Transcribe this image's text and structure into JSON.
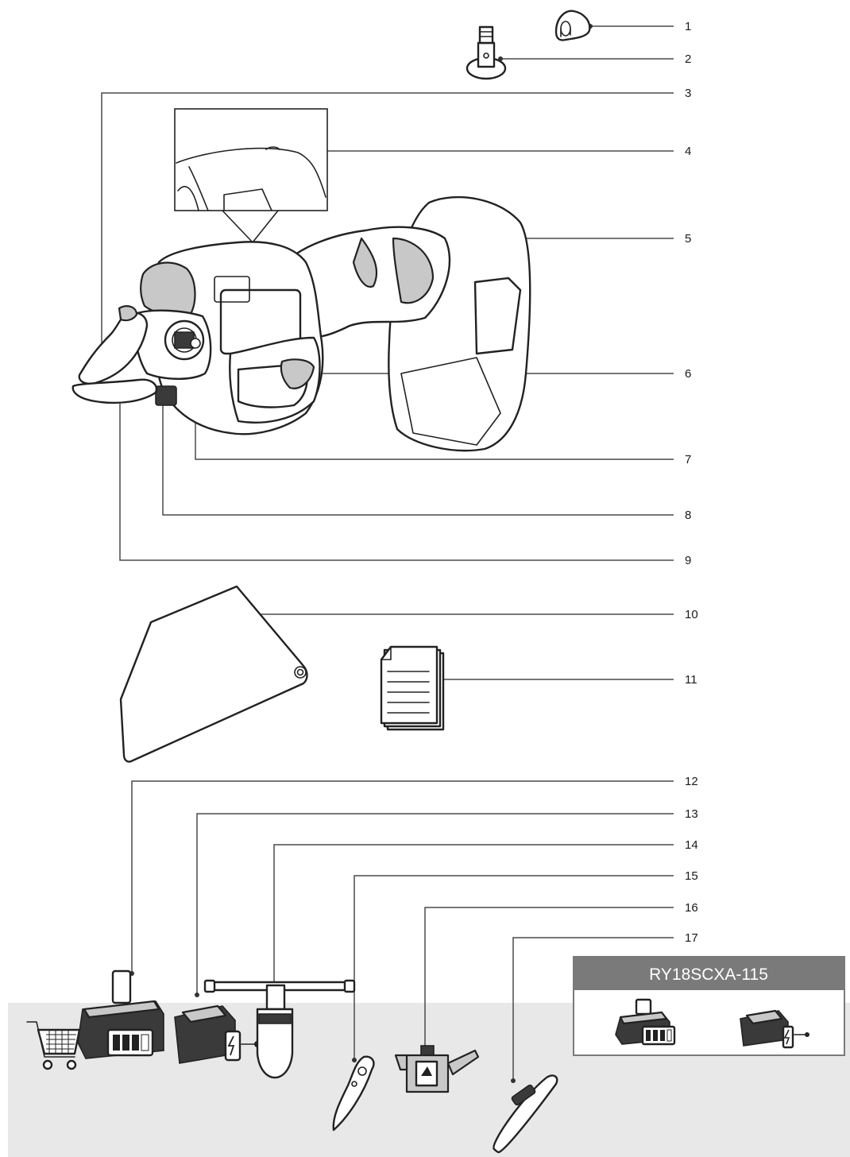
{
  "callouts": [
    {
      "num": "1"
    },
    {
      "num": "2"
    },
    {
      "num": "3"
    },
    {
      "num": "4"
    },
    {
      "num": "5"
    },
    {
      "num": "6"
    },
    {
      "num": "7"
    },
    {
      "num": "8"
    },
    {
      "num": "9"
    },
    {
      "num": "10"
    },
    {
      "num": "11"
    },
    {
      "num": "12"
    },
    {
      "num": "13"
    },
    {
      "num": "14"
    },
    {
      "num": "15"
    },
    {
      "num": "16"
    },
    {
      "num": "17"
    }
  ],
  "model_box": {
    "label": "RY18SCXA-115",
    "header_color": "#7a7a7a",
    "body_color": "#ffffff"
  },
  "accessory_band_color": "#e8e8e8",
  "icons": [
    "shopping-cart-icon",
    "battery-icon",
    "charger-icon",
    "multi-tool-icon",
    "spare-blade-icon",
    "oil-can-icon",
    "whetstone-icon"
  ]
}
